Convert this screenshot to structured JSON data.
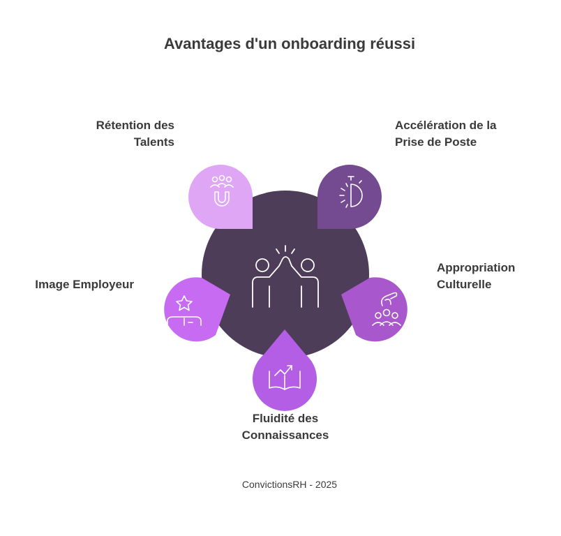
{
  "title": "Avantages d'un onboarding réussi",
  "footer": "ConvictionsRH - 2025",
  "colors": {
    "center": "#4e3d58",
    "retention": "#e0a6f6",
    "acceleration": "#744a90",
    "appropriation": "#a957cc",
    "image": "#c76cf2",
    "fluidite": "#b45ee6",
    "text": "#3a3a3a",
    "icon_stroke": "#ffffff"
  },
  "nodes": {
    "retention": {
      "line1": "Rétention des",
      "line2": "Talents",
      "icon": "magnet-people-icon"
    },
    "acceleration": {
      "line1": "Accélération de la",
      "line2": "Prise de Poste",
      "icon": "stopwatch-icon"
    },
    "appropriation": {
      "line1": "Appropriation",
      "line2": "Culturelle",
      "icon": "team-hand-icon"
    },
    "image": {
      "line1": "Image Employeur",
      "icon": "star-badge-icon"
    },
    "fluidite": {
      "line1": "Fluidité des",
      "line2": "Connaissances",
      "icon": "book-growth-icon"
    }
  },
  "center": {
    "icon": "high-five-icon"
  }
}
